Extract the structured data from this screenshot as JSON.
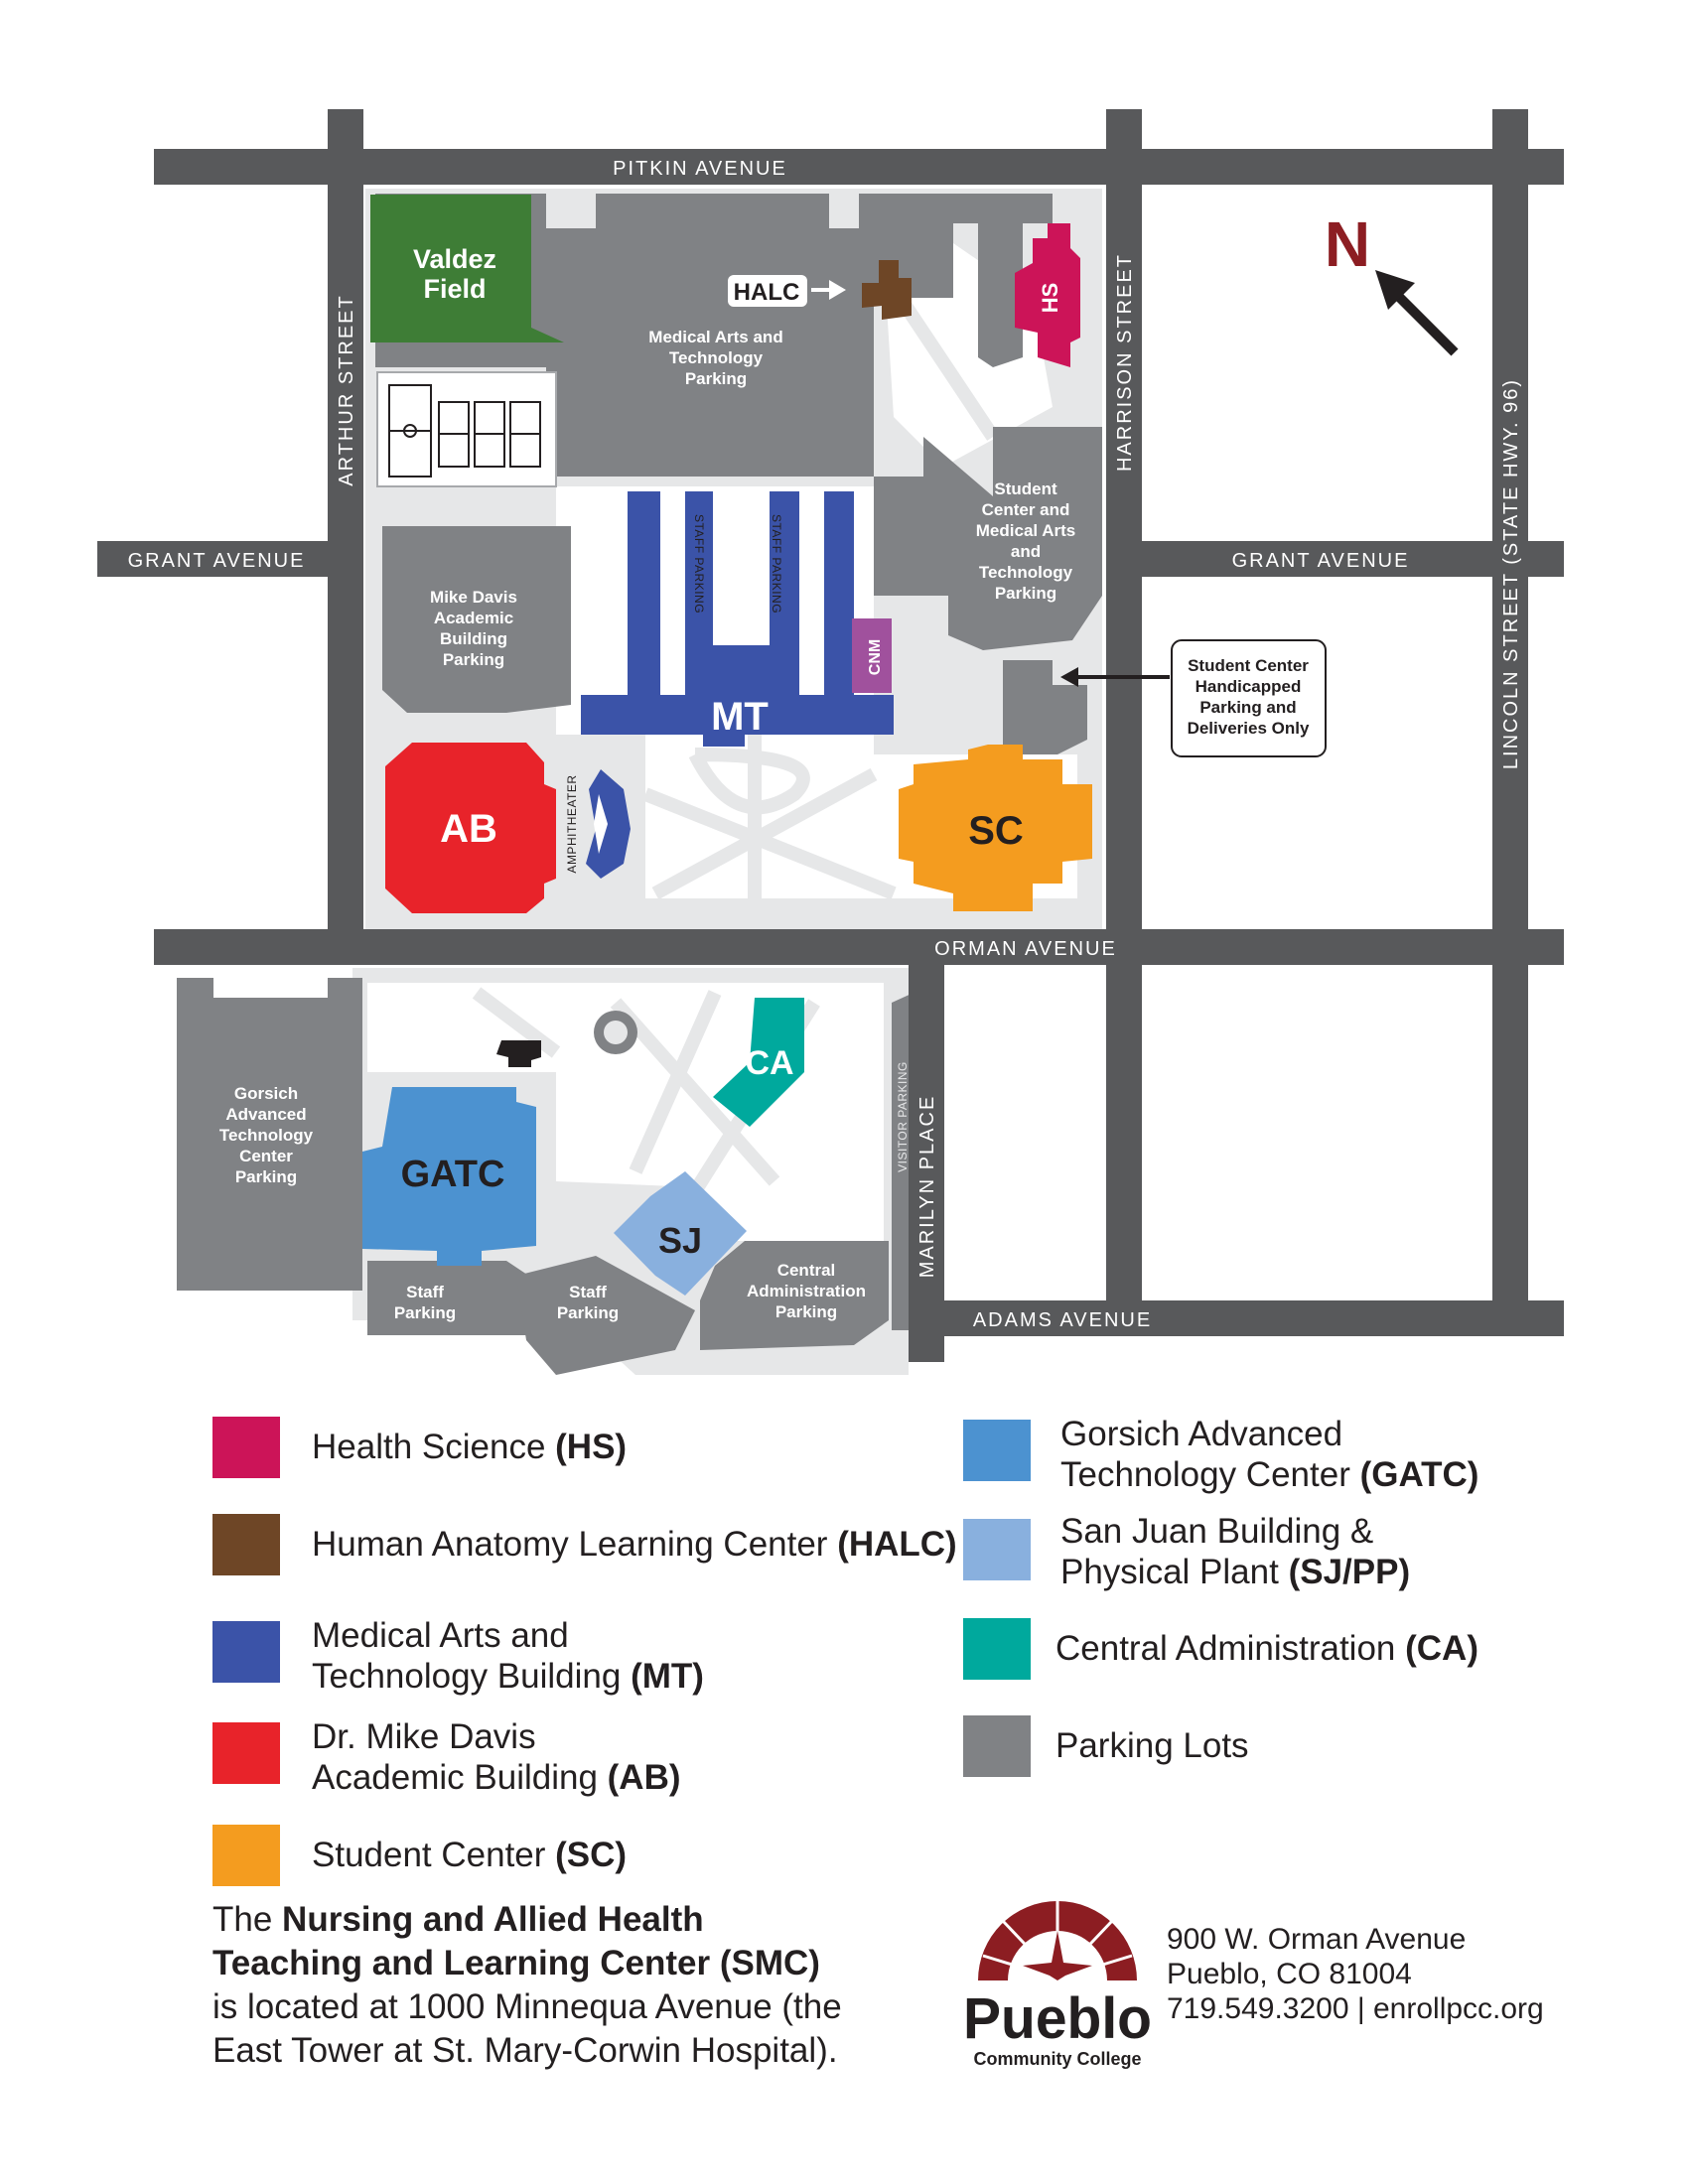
{
  "colors": {
    "road": "#58595b",
    "parking": "#808285",
    "walkway": "#e6e7e8",
    "field": "#3e7d36",
    "HS": "#cc1458",
    "HALC": "#6e4626",
    "MT": "#3b53a8",
    "AB": "#e8232a",
    "SC": "#f49c1f",
    "GATC": "#4c92d0",
    "SJ": "#89b0de",
    "CA": "#00a99d",
    "CNM": "#a0519d",
    "north": "#8c1d22"
  },
  "streets": {
    "pitkin": "PITKIN AVENUE",
    "grant_left": "GRANT AVENUE",
    "grant_right": "GRANT AVENUE",
    "orman": "ORMAN AVENUE",
    "adams": "ADAMS AVENUE",
    "arthur": "ARTHUR STREET",
    "harrison": "HARRISON STREET",
    "lincoln": "LINCOLN STREET (STATE HWY. 96)",
    "marilyn": "MARILYN PLACE"
  },
  "north_label": "N",
  "map_labels": {
    "valdez_field": [
      "Valdez",
      "Field"
    ],
    "halc": "HALC",
    "hs": "HS",
    "mt": "MT",
    "cnm": "CNM",
    "ab": "AB",
    "sc": "SC",
    "ca": "CA",
    "gatc": "GATC",
    "sj": "SJ",
    "amphitheater": "AMPHITHEATER",
    "staff_parking_1": "STAFF PARKING",
    "staff_parking_2": "STAFF PARKING",
    "visitor_parking": "VISITOR PARKING",
    "mt_parking": [
      "Medical Arts and",
      "Technology",
      "Parking"
    ],
    "sc_parking": [
      "Student",
      "Center and",
      "Medical Arts",
      "and",
      "Technology",
      "Parking"
    ],
    "ab_parking": [
      "Mike Davis",
      "Academic",
      "Building",
      "Parking"
    ],
    "gatc_parking": [
      "Gorsich",
      "Advanced",
      "Technology",
      "Center",
      "Parking"
    ],
    "staff_parking_a": [
      "Staff",
      "Parking"
    ],
    "staff_parking_b": [
      "Staff",
      "Parking"
    ],
    "ca_parking": [
      "Central",
      "Administration",
      "Parking"
    ],
    "handicapped_callout": [
      "Student Center",
      "Handicapped",
      "Parking and",
      "Deliveries Only"
    ]
  },
  "legend": [
    {
      "key": "HS",
      "text": "Health Science ",
      "abbr": "(HS)"
    },
    {
      "key": "HALC",
      "text": "Human Anatomy Learning Center ",
      "abbr": "(HALC)"
    },
    {
      "key": "MT",
      "text1": "Medical Arts and",
      "text2": "Technology Building ",
      "abbr": "(MT)"
    },
    {
      "key": "AB",
      "text1": "Dr. Mike Davis",
      "text2": "Academic Building ",
      "abbr": "(AB)"
    },
    {
      "key": "SC",
      "text": "Student Center ",
      "abbr": "(SC)"
    },
    {
      "key": "GATC",
      "text1": "Gorsich Advanced",
      "text2": "Technology Center ",
      "abbr": "(GATC)"
    },
    {
      "key": "SJ",
      "text1": "San Juan Building &",
      "text2": "Physical Plant ",
      "abbr": "(SJ/PP)"
    },
    {
      "key": "CA",
      "text": "Central Administration ",
      "abbr": "(CA)"
    },
    {
      "key": "PARK",
      "text": "Parking Lots"
    }
  ],
  "smc_note": {
    "pre": "The ",
    "bold": "Nursing and Allied Health Teaching and Learning Center (SMC)",
    "post": " is located at 1000 Minnequa Avenue (the East Tower at St. Mary-Corwin Hospital)."
  },
  "logo": {
    "name": "Pueblo",
    "sub": "Community College"
  },
  "address": {
    "line1": "900 W. Orman Avenue",
    "line2": "Pueblo, CO 81004",
    "line3": "719.549.3200 | enrollpcc.org"
  }
}
